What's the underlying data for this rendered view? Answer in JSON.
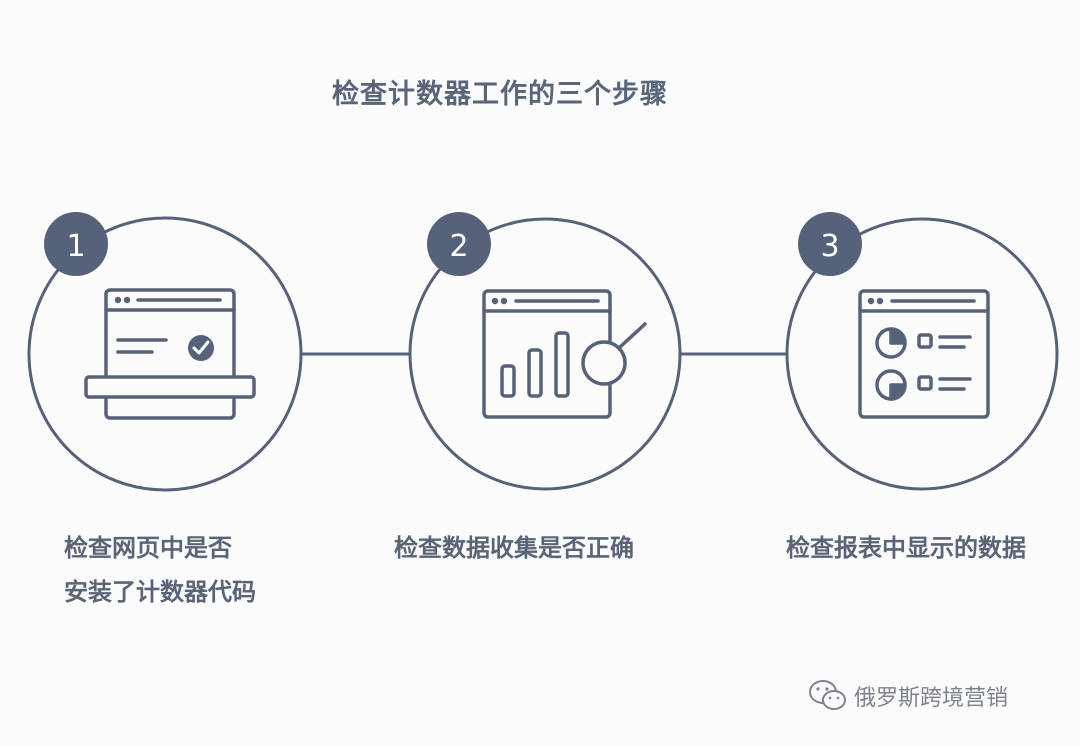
{
  "title": "检查计数器工作的三个步骤",
  "steps": [
    {
      "number": "1",
      "line1": "检查网页中是否",
      "line2": "安装了计数器代码",
      "icon": "webpage-installed-check-icon"
    },
    {
      "number": "2",
      "line1": "检查数据收集是否正确",
      "line2": "",
      "icon": "bar-chart-magnifier-icon"
    },
    {
      "number": "3",
      "line1": "检查报表中显示的数据",
      "line2": "",
      "icon": "report-dashboard-icon"
    }
  ],
  "watermark": {
    "text": "俄罗斯跨境营销",
    "icon": "wechat-icon"
  },
  "colors": {
    "stroke": "#56627a",
    "badge": "#56627a",
    "badge_text": "#ffffff",
    "text": "#5a6478",
    "background": "#fcfcfc"
  }
}
